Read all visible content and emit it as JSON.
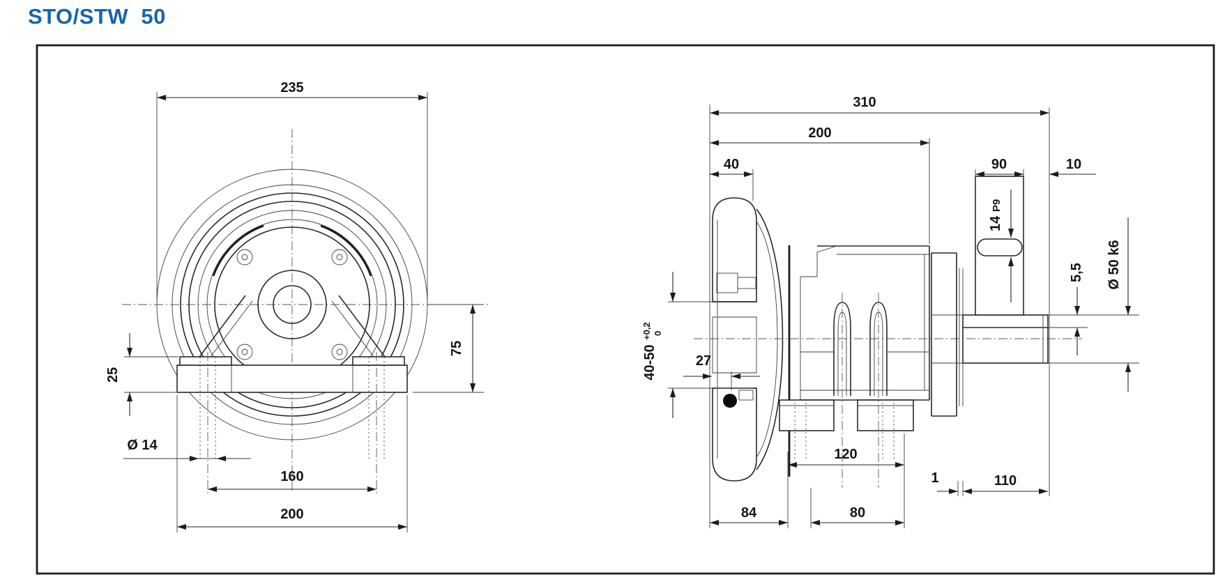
{
  "title": "STO/STW  50",
  "colors": {
    "accent": "#1565ab",
    "line": "#2a2a2a"
  },
  "front_view": {
    "dim_outer_diameter": "235",
    "dim_center_to_base": "75",
    "dim_foot_height": "25",
    "dim_foot_hole_diameter": "Ø 14",
    "dim_foot_hole_spacing": "160",
    "dim_foot_width": "200"
  },
  "side_view": {
    "dim_total_length": "310",
    "dim_hub_length": "200",
    "dim_flange_width": "40",
    "dim_key_length": "90",
    "dim_shaft_end_clearance": "10",
    "key_width_value": "14",
    "key_width_fit": "P9",
    "dim_keyway_depth": "5,5",
    "dim_shaft_diameter": "Ø 50 k6",
    "bore_range": "40-50",
    "bore_tol_upper": "+0,2",
    "bore_tol_lower": "0",
    "dim_hub_step": "27",
    "dim_groove_span": "120",
    "dim_spacer": "1",
    "dim_shaft_length": "110",
    "dim_flange_assembly": "84",
    "dim_body_span": "80"
  }
}
